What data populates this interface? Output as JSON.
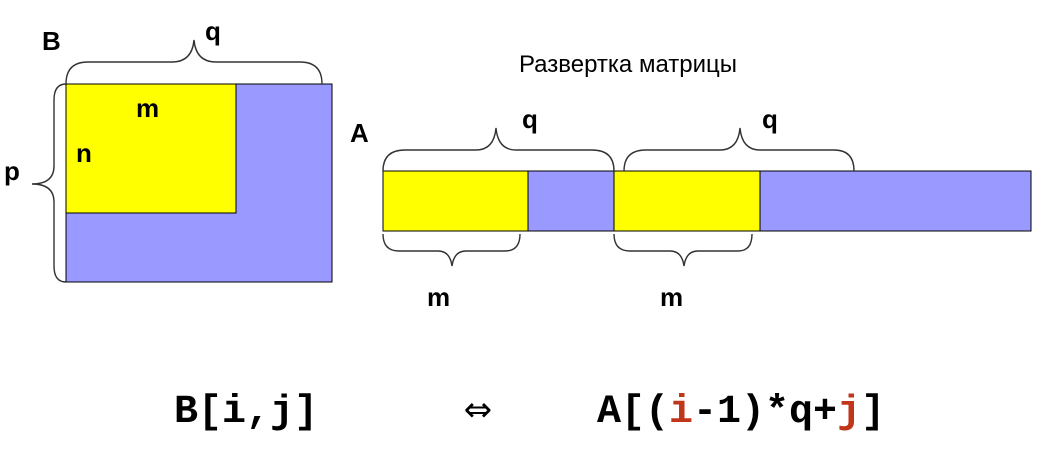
{
  "title": "Развертка матрицы",
  "matrix": {
    "name": "B",
    "cols_label": "q",
    "rows_label": "p",
    "sub_cols_label": "m",
    "sub_rows_label": "n"
  },
  "array": {
    "name": "A",
    "row_label_1": "q",
    "row_label_2": "q",
    "used_label_1": "m",
    "used_label_2": "m"
  },
  "formula": {
    "left": "B[i,j]",
    "equiv": "⇔",
    "right_part1": "A[(",
    "right_i": "i",
    "right_part2": "-1)*q+",
    "right_j": "j",
    "right_part3": "]"
  },
  "colors": {
    "used": "#ffff00",
    "unused": "#9999ff",
    "highlight": "#c0361b"
  }
}
